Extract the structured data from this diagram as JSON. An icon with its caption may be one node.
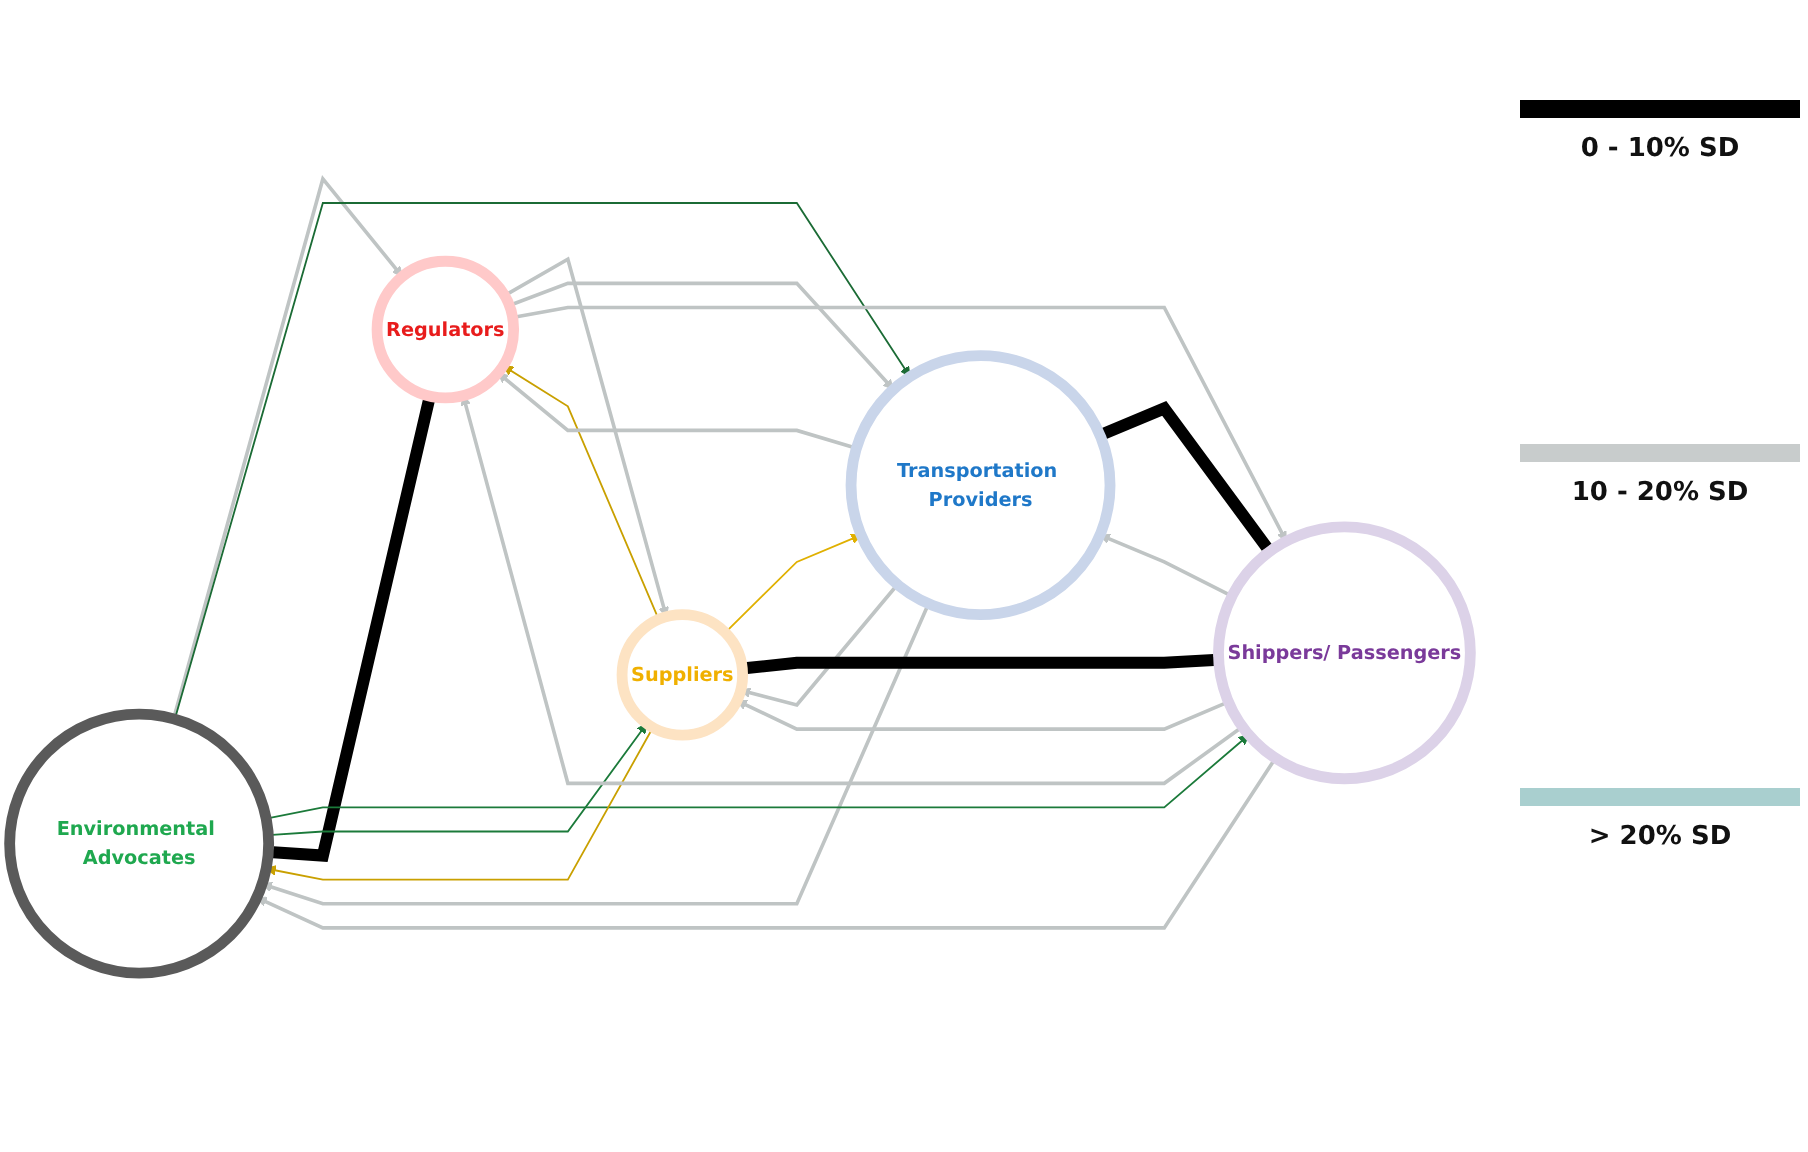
{
  "diagram": {
    "nodes": [
      {
        "text": [
          "Environmental Advocates"
        ]
      },
      {
        "text": [
          "Regulators"
        ]
      },
      {
        "text": [
          "Transportation Providers"
        ]
      },
      {
        "text": [
          "Suppliers"
        ]
      },
      {
        "text": [
          "Shippers/ Passengers"
        ]
      }
    ],
    "edges": [
      {
        "from": 1,
        "to": 0,
        "arrow": "to",
        "style": "thick",
        "color": "#000000"
      },
      {
        "from": 0,
        "to": 1,
        "arrow": "to"
      },
      {
        "from": 0,
        "to": 2,
        "arrow": "to",
        "color": "#1b6b35"
      },
      {
        "from": 2,
        "to": 0,
        "arrow": "to"
      },
      {
        "from": 4,
        "to": 0,
        "arrow": "to"
      },
      {
        "from": 0,
        "to": 4,
        "arrow": "to",
        "color": "#1b7a3a"
      },
      {
        "from": 0,
        "to": 3,
        "arrow": "to",
        "color": "#1b7a3a"
      },
      {
        "from": 3,
        "to": 0,
        "arrow": "to",
        "color": "#c9a000"
      },
      {
        "from": 3,
        "to": 1,
        "arrow": "to",
        "color": "#c9a000"
      },
      {
        "from": 1,
        "to": 3,
        "arrow": "to"
      },
      {
        "from": 1,
        "to": 2,
        "arrow": "to"
      },
      {
        "from": 2,
        "to": 1,
        "arrow": "to"
      },
      {
        "from": 1,
        "to": 4,
        "arrow": "to"
      },
      {
        "from": 4,
        "to": 1,
        "arrow": "to"
      },
      {
        "from": 3,
        "to": 2,
        "arrow": "to",
        "color": "#e0b000"
      },
      {
        "from": 2,
        "to": 3,
        "arrow": "to"
      },
      {
        "from": 2,
        "to": 4,
        "arrow": "to",
        "style": "thick",
        "color": "#000000"
      },
      {
        "from": 4,
        "to": 2,
        "arrow": "to"
      },
      {
        "from": 4,
        "to": 3,
        "arrow": "to"
      },
      {
        "from": 3,
        "to": 4,
        "arrow": "to",
        "style": "thick",
        "color": "#000000"
      }
    ],
    "legend": [
      {
        "text": "0 - 10% SD",
        "color": "#000000"
      },
      {
        "text": "10 - 20% SD",
        "color": "#c8cccc"
      },
      {
        "text": "> 20% SD",
        "color": "#a9cfcf"
      }
    ]
  }
}
